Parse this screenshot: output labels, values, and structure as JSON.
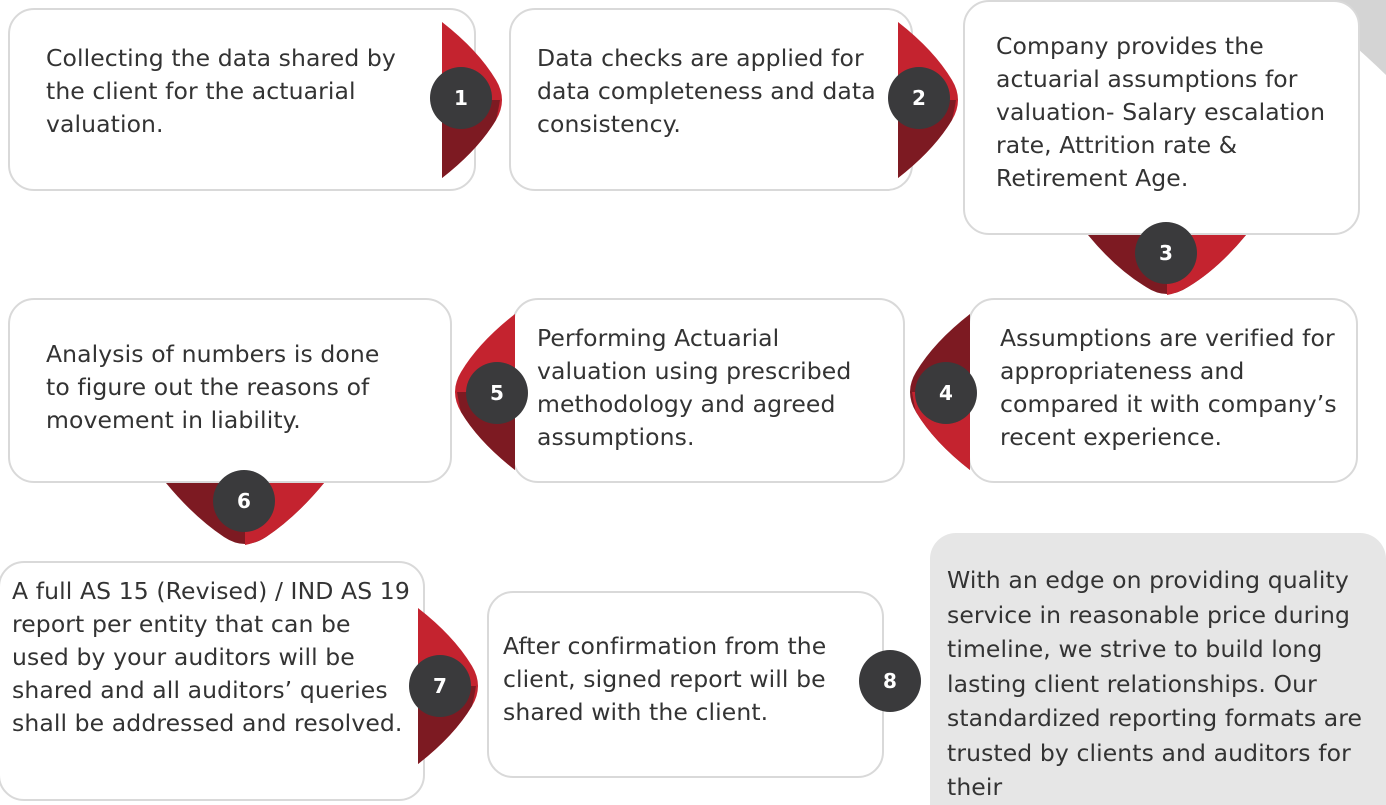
{
  "colors": {
    "accent_red": "#c4232f",
    "accent_dark": "#7d1a22",
    "badge_bg": "#3a3a3c",
    "box_border": "#d9d9d9",
    "note_bg": "#e6e6e6"
  },
  "steps": [
    {
      "number": "1",
      "text": "Collecting the data shared by the client for the actuarial valuation."
    },
    {
      "number": "2",
      "text": "Data checks are applied for data completeness and data consistency."
    },
    {
      "number": "3",
      "text": "Company provides the actuarial assumptions for valuation- Salary escalation rate, Attrition rate & Retirement Age."
    },
    {
      "number": "4",
      "text": "Assumptions are verified for appropriateness and compared it with company’s recent experience."
    },
    {
      "number": "5",
      "text": "Performing Actuarial valuation using prescribed methodology and agreed assumptions."
    },
    {
      "number": "6",
      "text": "Analysis of numbers is done to figure out the reasons of movement in liability."
    },
    {
      "number": "7",
      "text": "A full AS 15 (Revised) / IND AS 19 report per entity that can be used by your auditors will be shared and all auditors’ queries shall be addressed and resolved."
    },
    {
      "number": "8",
      "text": "After confirmation from the client, signed report will be shared with the client."
    }
  ],
  "note": {
    "text": "With an edge on providing quality service in reasonable price during timeline, we strive to build long lasting client relationships. Our standardized reporting formats are trusted by clients and auditors for their"
  }
}
